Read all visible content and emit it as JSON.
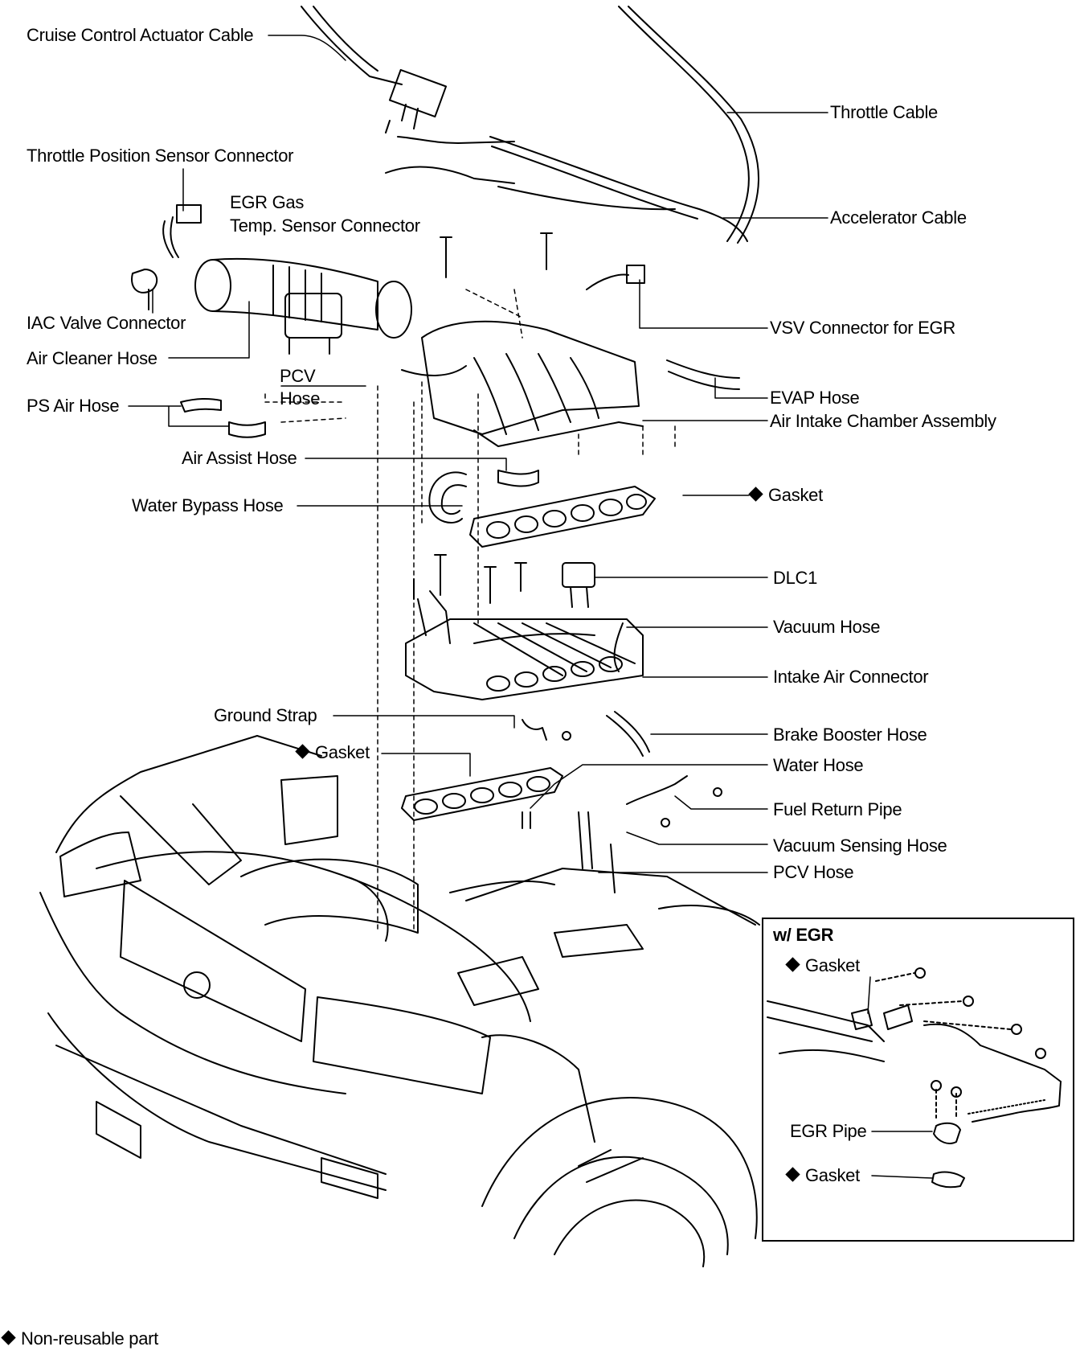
{
  "labels": {
    "cruise_cable": "Cruise Control Actuator Cable",
    "throttle_cable": "Throttle Cable",
    "tps_connector": "Throttle Position Sensor Connector",
    "egr_gas_1": "EGR Gas",
    "egr_gas_2": "Temp. Sensor Connector",
    "accelerator_cable": "Accelerator Cable",
    "iac_connector": "IAC Valve Connector",
    "vsv_connector": "VSV Connector for EGR",
    "air_cleaner_hose": "Air Cleaner Hose",
    "pcv_hose_upper_1": "PCV",
    "pcv_hose_upper_2": "Hose",
    "ps_air_hose": "PS Air Hose",
    "evap_hose": "EVAP Hose",
    "air_intake_chamber": "Air Intake Chamber Assembly",
    "air_assist_hose": "Air Assist Hose",
    "water_bypass_hose": "Water Bypass Hose",
    "gasket_upper": "Gasket",
    "dlc1": "DLC1",
    "vacuum_hose": "Vacuum Hose",
    "intake_air_connector": "Intake Air Connector",
    "ground_strap": "Ground Strap",
    "brake_booster_hose": "Brake Booster Hose",
    "gasket_lower": "Gasket",
    "water_hose": "Water Hose",
    "fuel_return_pipe": "Fuel Return Pipe",
    "vacuum_sensing_hose": "Vacuum Sensing Hose",
    "pcv_hose_lower": "PCV Hose"
  },
  "inset": {
    "title": "w/ EGR",
    "gasket_top": "Gasket",
    "egr_pipe": "EGR Pipe",
    "gasket_bottom": "Gasket"
  },
  "legend": {
    "text": "Non-reusable part"
  }
}
